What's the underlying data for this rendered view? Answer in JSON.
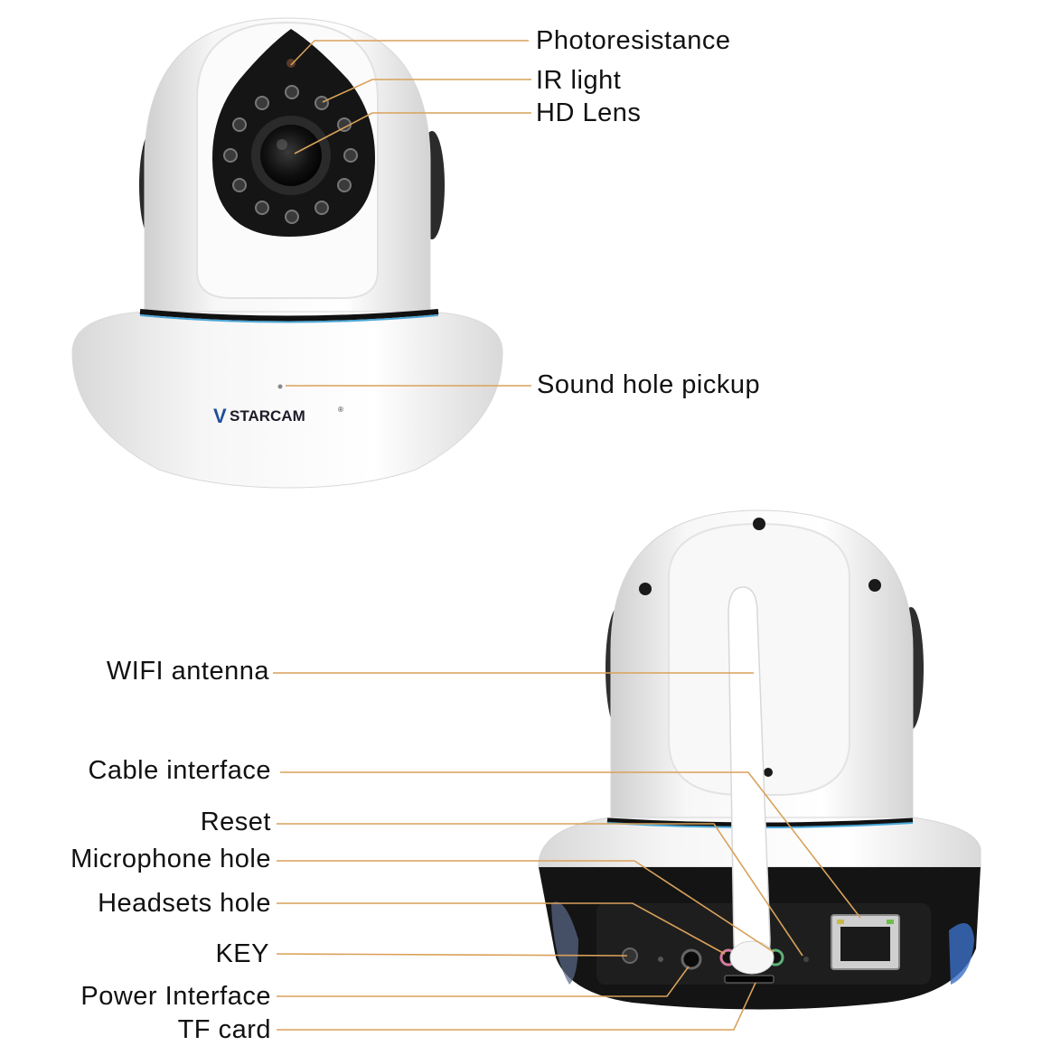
{
  "brand": {
    "logo_text": "STARCAM",
    "logo_mark": "V",
    "logo_reg": "®"
  },
  "colors": {
    "leader_line": "#d9a15a",
    "accent_ring": "#4aa6d6",
    "body_white": "#f4f4f4",
    "base_black": "#141414"
  },
  "front_labels": [
    {
      "id": "photoresistance",
      "text": "Photoresistance"
    },
    {
      "id": "ir-light",
      "text": "IR light"
    },
    {
      "id": "hd-lens",
      "text": "HD Lens"
    },
    {
      "id": "sound-hole",
      "text": "Sound hole pickup"
    }
  ],
  "back_labels": [
    {
      "id": "wifi-antenna",
      "text": "WIFI antenna"
    },
    {
      "id": "cable-interface",
      "text": "Cable interface"
    },
    {
      "id": "reset",
      "text": "Reset"
    },
    {
      "id": "microphone-hole",
      "text": "Microphone hole"
    },
    {
      "id": "headsets-hole",
      "text": "Headsets hole"
    },
    {
      "id": "key",
      "text": "KEY"
    },
    {
      "id": "power-interface",
      "text": "Power Interface"
    },
    {
      "id": "tf-card",
      "text": "TF card"
    }
  ]
}
